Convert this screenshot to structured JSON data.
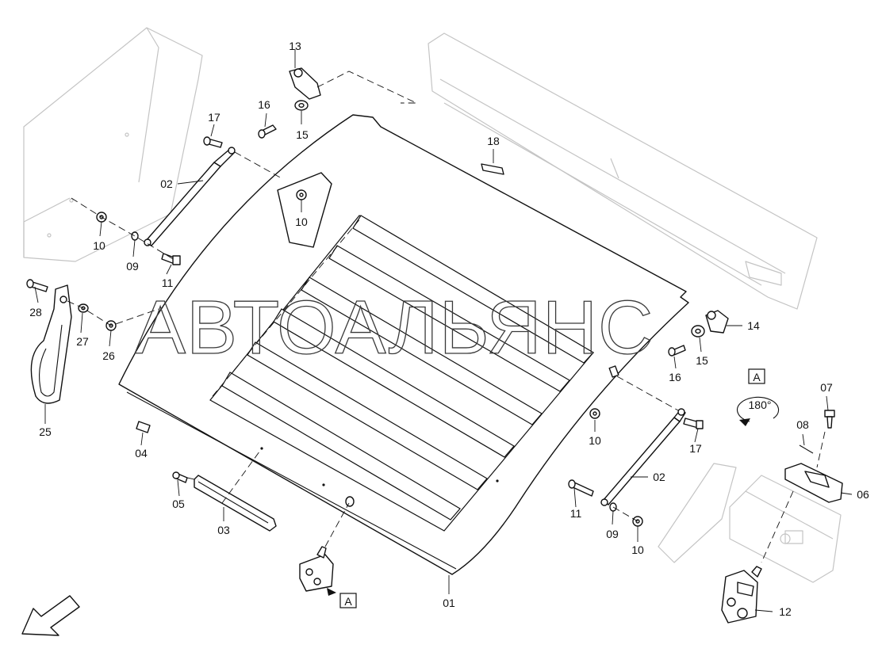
{
  "watermark": "АВТОАЛЬЯНС",
  "view_marker": {
    "letter": "A",
    "rotation": "180°"
  },
  "callouts": {
    "c01": "01",
    "c02a": "02",
    "c02b": "02",
    "c03": "03",
    "c04": "04",
    "c05": "05",
    "c06": "06",
    "c07": "07",
    "c08": "08",
    "c09a": "09",
    "c09b": "09",
    "c10a": "10",
    "c10b": "10",
    "c10c": "10",
    "c10d": "10",
    "c11a": "11",
    "c11b": "11",
    "c12": "12",
    "c13": "13",
    "c14": "14",
    "c15a": "15",
    "c15b": "15",
    "c16a": "16",
    "c16b": "16",
    "c17a": "17",
    "c17b": "17",
    "c18": "18",
    "c25": "25",
    "c26": "26",
    "c27": "27",
    "c28": "28"
  }
}
